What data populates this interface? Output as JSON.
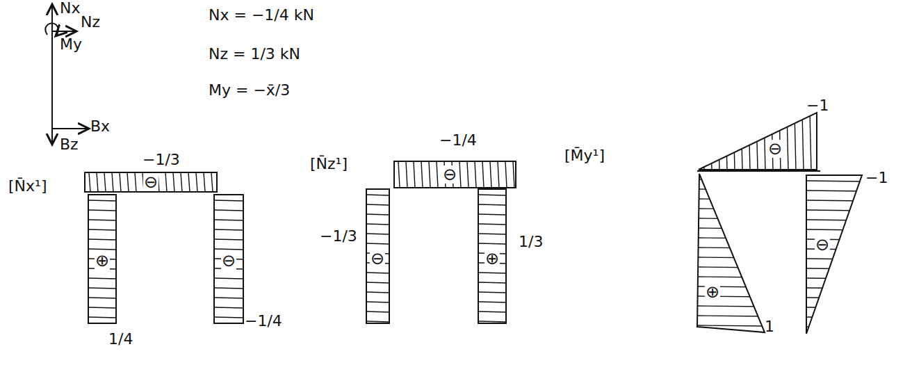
{
  "diagram": {
    "nodes": [
      {
        "text": [
          "⊖"
        ]
      },
      {
        "text": [
          "⊕"
        ]
      },
      {
        "text": [
          "⊖"
        ]
      },
      {
        "text": [
          "⊖"
        ]
      },
      {
        "text": [
          "⊖"
        ]
      },
      {
        "text": [
          "⊕"
        ]
      },
      {
        "text": [
          "⊖"
        ]
      },
      {
        "text": [
          "⊕"
        ]
      },
      {
        "text": [
          "⊖"
        ]
      }
    ],
    "labels": [
      "Nx",
      "Nz",
      "My",
      "Bx",
      "Bz",
      "Nx = −1/4 kN",
      "Nz = 1/3 kN",
      "My = −x̄/3",
      "[N̄x¹]",
      "−1/3",
      "1/4",
      "−1/4",
      "[N̄z¹]",
      "−1/4",
      "−1/3",
      "1/3",
      "[M̄y¹]",
      "−1",
      "−1",
      "1"
    ]
  }
}
